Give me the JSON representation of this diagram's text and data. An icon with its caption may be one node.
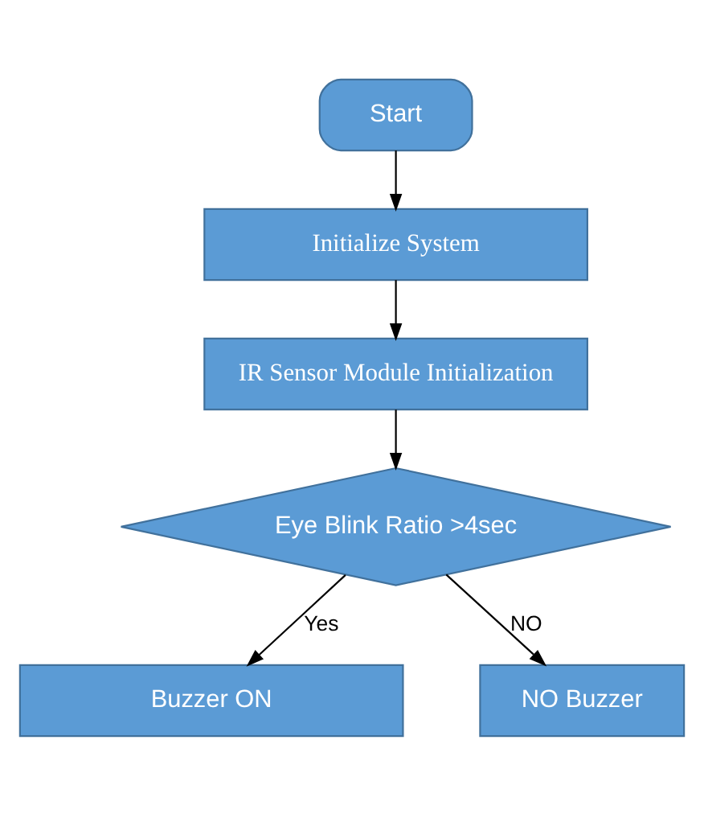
{
  "diagram": {
    "nodes": [
      {
        "text": [
          "Start"
        ]
      },
      {
        "text": [
          "Initialize System"
        ]
      },
      {
        "text": [
          "IR Sensor Module Initialization"
        ]
      },
      {
        "text": [
          "Eye Blink Ratio >4sec"
        ]
      },
      {
        "text": [
          "Buzzer ON"
        ]
      },
      {
        "text": [
          "NO Buzzer"
        ]
      }
    ],
    "edges": [
      {
        "from": 0,
        "to": 1,
        "arrow": "to"
      },
      {
        "from": 1,
        "to": 2,
        "arrow": "to"
      },
      {
        "from": 2,
        "to": 3,
        "arrow": "to"
      },
      {
        "from": 3,
        "to": 4,
        "label": "Yes",
        "arrow": "to"
      },
      {
        "from": 3,
        "to": 5,
        "label": "NO",
        "arrow": "to"
      }
    ]
  }
}
